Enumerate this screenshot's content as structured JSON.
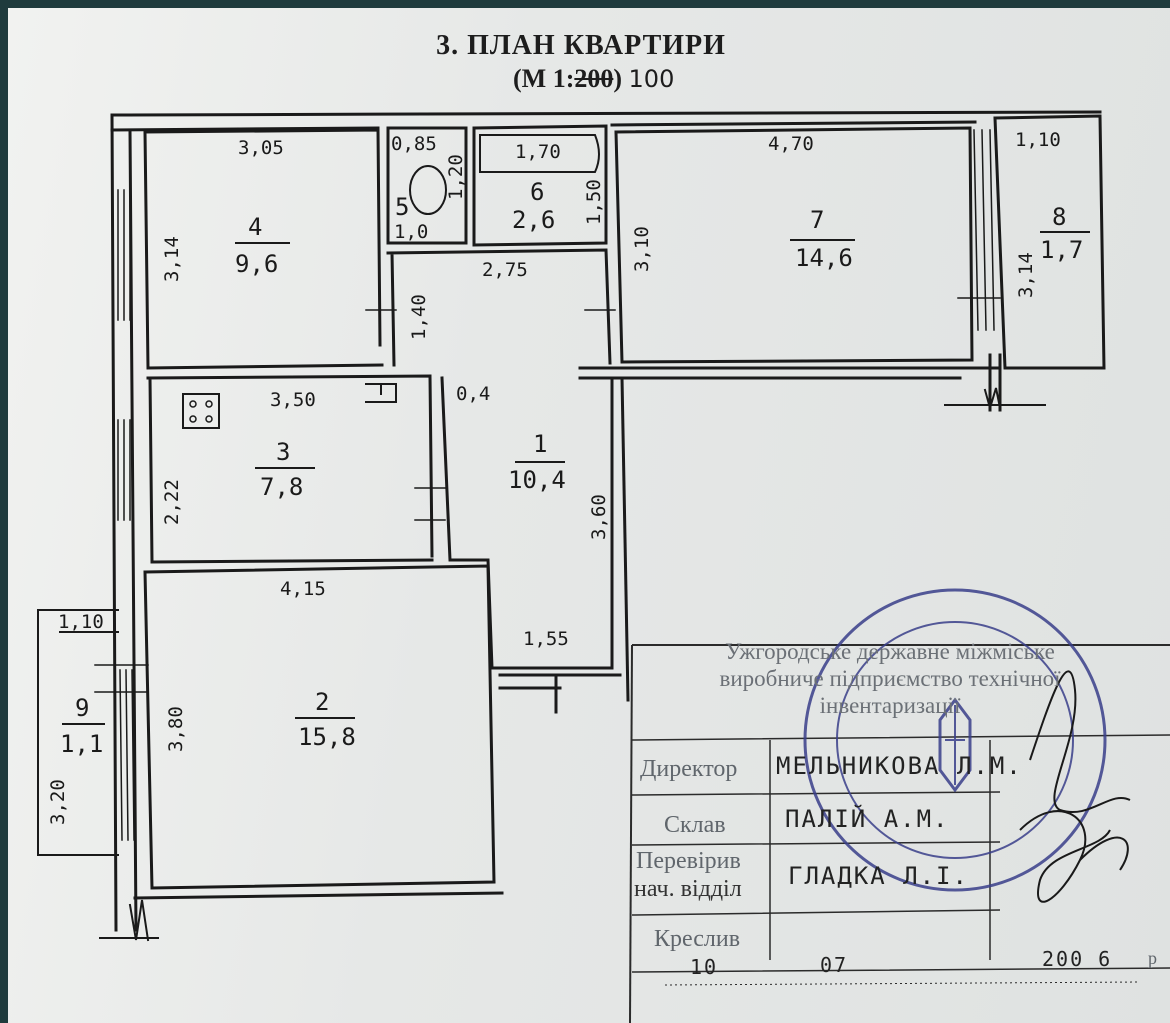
{
  "document": {
    "title": "3. ПЛАН КВАРТИРИ",
    "scale_prefix": "(М 1:",
    "scale_crossed": "200",
    "scale_suffix": ")",
    "scale_handwritten": "100"
  },
  "rooms": [
    {
      "number": "1",
      "area": "10,4"
    },
    {
      "number": "2",
      "area": "15,8"
    },
    {
      "number": "3",
      "area": "7,8"
    },
    {
      "number": "4",
      "area": "9,6"
    },
    {
      "number": "5",
      "area": "1,0"
    },
    {
      "number": "6",
      "area": "2,6"
    },
    {
      "number": "7",
      "area": "14,6"
    },
    {
      "number": "8",
      "area": "1,7"
    },
    {
      "number": "9",
      "area": "1,1"
    }
  ],
  "dimensions": {
    "d305": "3,05",
    "d085": "0,85",
    "d170": "1,70",
    "d470": "4,70",
    "d110a": "1,10",
    "d314a": "3,14",
    "d120": "1,20",
    "d150": "1,50",
    "d275": "2,75",
    "d310": "3,10",
    "d314b": "3,14",
    "d140": "1,40",
    "d350": "3,50",
    "d04": "0,4",
    "d222": "2,22",
    "d360": "3,60",
    "d415": "4,15",
    "d155": "1,55",
    "d110b": "1,10",
    "d380": "3,80",
    "d320": "3,20"
  },
  "stamp": {
    "org_line1": "Ужгородське державне міжміське",
    "org_line2": "виробниче підприємство технічної",
    "org_line3": "інвентаризації",
    "director_label": "Директор",
    "director_value": "МЕЛЬНИКОВА Л.М.",
    "composed_label": "Склав",
    "composed_value": "ПАЛІЙ А.М.",
    "checked_label": "Перевірив",
    "dept_label": "нач. відділ",
    "checked_value": "ГЛАДКА Л.І.",
    "drawn_label": "Креслив",
    "date_day": "10",
    "date_month": "07",
    "date_year": "200 6",
    "date_suffix": "р"
  }
}
